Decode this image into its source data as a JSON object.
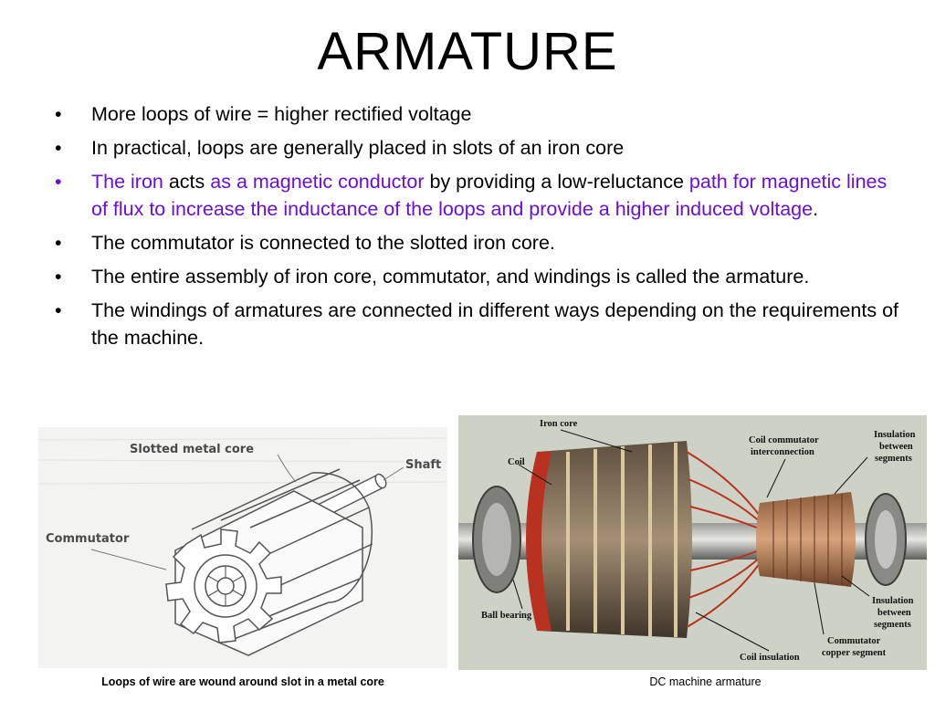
{
  "slide": {
    "title": "ARMATURE",
    "bullet_glyph": "•",
    "bullets": {
      "b1": "More loops of wire = higher rectified voltage",
      "b2": "In practical, loops are generally placed in slots of an iron core",
      "b3": {
        "p1": "The iron",
        "p2": " acts ",
        "p3": "as a magnetic conductor",
        "p4": " by providing a low-reluctance ",
        "p5": "path for magnetic lines of flux to increase the inductance of the loops and provide a higher induced voltage",
        "p6": "."
      },
      "b4": "The commutator is connected to the slotted iron core.",
      "b5": "The entire assembly of iron core, commutator, and windings is called the armature.",
      "b6": "The windings of armatures are connected in different ways depending on the requirements of the machine."
    },
    "highlight_color": "#6a0fd6"
  },
  "figure_left": {
    "labels": {
      "slotted_core": "Slotted metal core",
      "shaft": "Shaft",
      "commutator": "Commutator"
    },
    "caption": "Loops of wire are wound around slot in a metal core"
  },
  "figure_right": {
    "labels": {
      "iron_core": "Iron core",
      "coil": "Coil",
      "coil_comm_1": "Coil commutator",
      "coil_comm_2": "interconnection",
      "ins_seg_1": "Insulation",
      "ins_seg_2": "between",
      "ins_seg_3": "segments",
      "ball_bearing": "Ball bearing",
      "ins_seg_b1": "Insulation",
      "ins_seg_b2": "between",
      "ins_seg_b3": "segments",
      "comm_cu_1": "Commutator",
      "comm_cu_2": "copper segment",
      "coil_insulation": "Coil insulation"
    },
    "caption": "DC machine armature"
  }
}
